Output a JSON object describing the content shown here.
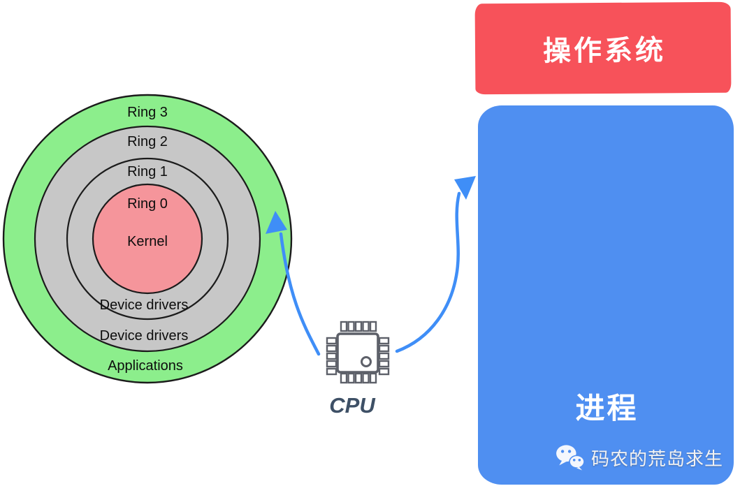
{
  "colors": {
    "os_banner_red": "#f7525a",
    "process_blue": "#4f8ff1",
    "arrow_blue": "#3f8ef7",
    "ring3_green": "#8cee8c",
    "ring_gray": "#c7c7c7",
    "ring0_pink": "#f5959b",
    "ring_label_black": "#0d0d0d",
    "cpu_text_navy": "#3e5066",
    "chip_outline_gray": "#5d6069"
  },
  "protection_rings": {
    "rings": [
      {
        "name": "ring-3",
        "label": "Ring 3"
      },
      {
        "name": "ring-2",
        "label": "Ring 2"
      },
      {
        "name": "ring-1",
        "label": "Ring 1"
      },
      {
        "name": "ring-0",
        "label": "Ring 0"
      }
    ],
    "kernel_label": "Kernel",
    "bottom_labels": [
      "Device drivers",
      "Device drivers",
      "Applications"
    ]
  },
  "cpu": {
    "label": "CPU"
  },
  "os_banner": {
    "label": "操作系统"
  },
  "process_box": {
    "label": "进程"
  },
  "watermark": {
    "icon": "wechat-icon",
    "label": "码农的荒岛求生"
  }
}
